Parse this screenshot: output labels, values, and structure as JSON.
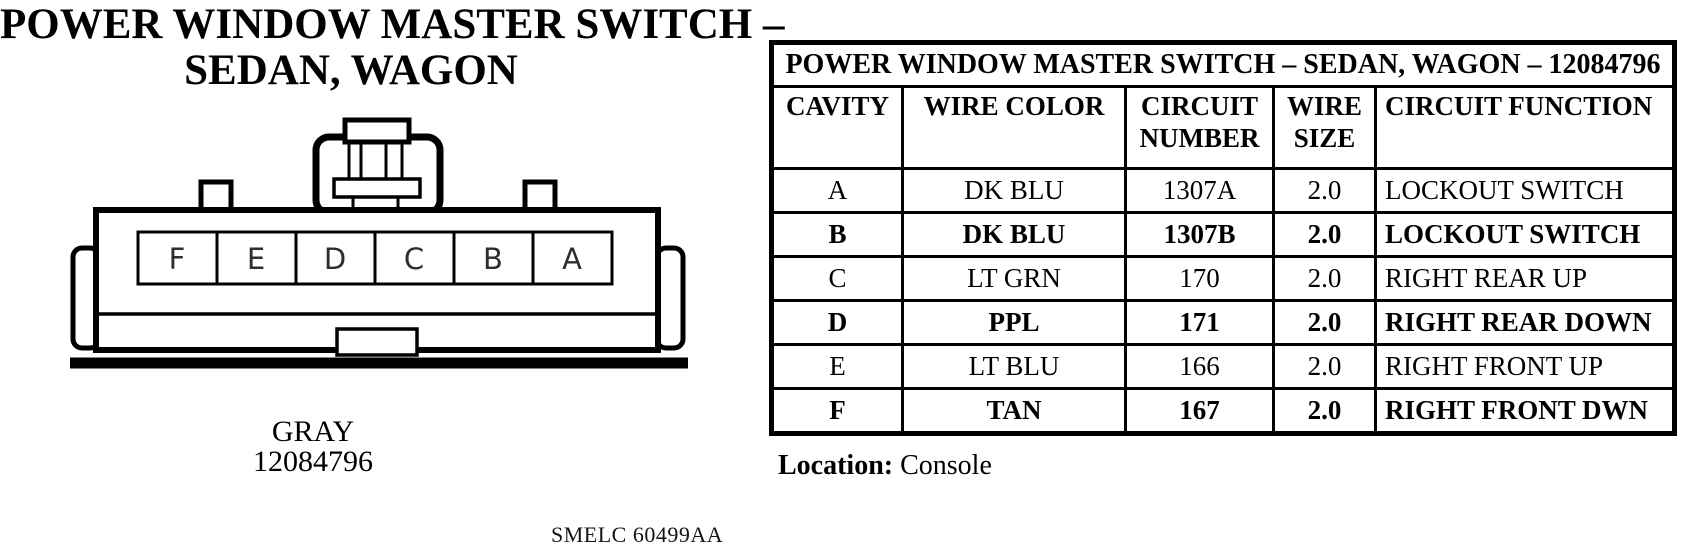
{
  "diagram": {
    "title_line1": "POWER WINDOW MASTER SWITCH –",
    "title_line2": "SEDAN, WAGON",
    "cavity_labels": [
      "F",
      "E",
      "D",
      "C",
      "B",
      "A"
    ],
    "connector_color": "GRAY",
    "connector_part_number": "12084796",
    "plate_code": "SMELC 60499AA"
  },
  "table": {
    "title": "POWER WINDOW MASTER SWITCH – SEDAN, WAGON – 12084796",
    "headers": [
      "CAVITY",
      "WIRE COLOR",
      "CIRCUIT NUMBER",
      "WIRE SIZE",
      "CIRCUIT FUNCTION"
    ],
    "rows": [
      {
        "cavity": "A",
        "wire_color": "DK BLU",
        "circuit_number": "1307A",
        "wire_size": "2.0",
        "circuit_function": "LOCKOUT SWITCH"
      },
      {
        "cavity": "B",
        "wire_color": "DK BLU",
        "circuit_number": "1307B",
        "wire_size": "2.0",
        "circuit_function": "LOCKOUT SWITCH"
      },
      {
        "cavity": "C",
        "wire_color": "LT GRN",
        "circuit_number": "170",
        "wire_size": "2.0",
        "circuit_function": "RIGHT REAR UP"
      },
      {
        "cavity": "D",
        "wire_color": "PPL",
        "circuit_number": "171",
        "wire_size": "2.0",
        "circuit_function": "RIGHT REAR DOWN"
      },
      {
        "cavity": "E",
        "wire_color": "LT BLU",
        "circuit_number": "166",
        "wire_size": "2.0",
        "circuit_function": "RIGHT FRONT UP"
      },
      {
        "cavity": "F",
        "wire_color": "TAN",
        "circuit_number": "167",
        "wire_size": "2.0",
        "circuit_function": "RIGHT FRONT DWN"
      }
    ],
    "location": {
      "label": "Location:",
      "value": "Console"
    }
  },
  "colors": {
    "ink": "#000000",
    "paper": "#ffffff"
  }
}
